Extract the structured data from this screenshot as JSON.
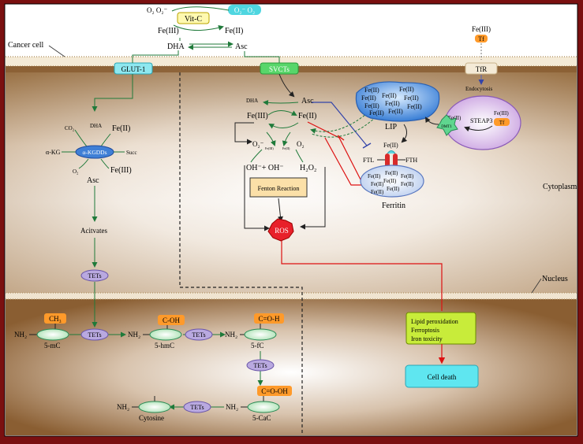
{
  "top": {
    "o2_left": "O₂ O₂⁻",
    "vitc": "Vit-C",
    "o2_right": "O₂⁻ O₂",
    "fe3": "Fe(III)",
    "fe2": "Fe(II)",
    "dha": "DHA",
    "asc": "Asc"
  },
  "labels": {
    "cancer_cell": "Cancer cell",
    "cytoplasm": "Cytoplasm",
    "nucleus": "Nucleus"
  },
  "transporters": {
    "glut1": "GLUT-1",
    "svcts": "SVCTs",
    "tfr": "TfR",
    "tf_fe3": "Fe(III)",
    "tf": "Tf",
    "endocytosis": "Endocytosis"
  },
  "left_pathway": {
    "co2": "CO₂",
    "dha": "DHA",
    "fe2": "Fe(II)",
    "akg": "α-KG",
    "akgdd": "α-KGDDs",
    "succ": "Succ",
    "o2": "O₂",
    "fe3": "Fe(III)",
    "asc": "Asc",
    "activates": "Acitvates",
    "tets": "TETs"
  },
  "middle": {
    "dha": "DHA",
    "asc": "Asc",
    "fe3": "Fe(III)",
    "fe2": "Fe(II)",
    "o2m": "O₂⁻",
    "o2": "O₂",
    "fe3_small": "Fe(III)",
    "fe2_small": "Fe(II)",
    "oh": "OH⁻+ OH⁻",
    "h2o2": "H₂O₂",
    "fenton": "Fenton Reaction",
    "ros": "ROS"
  },
  "lip": {
    "items": [
      "Fe(II)",
      "Fe(II)",
      "Fe(II)",
      "Fe(II)",
      "Fe(II)",
      "Fe(II)",
      "Fe(II)",
      "Fe(II)",
      "Fe(II)",
      "Fe(II)"
    ],
    "label": "LIP"
  },
  "endosome": {
    "fe2": "Fe(II)",
    "steap3": "STEAP3",
    "fe3": "Fe(III)",
    "tf": "Tf",
    "dmt1": "DMT1"
  },
  "ferritin": {
    "fe2_top": "Fe(II)",
    "ftl": "FTL",
    "fth": "FTH",
    "items": [
      "Fe(II)",
      "Fe(II)",
      "Fe(II)",
      "Fe(II)",
      "Fe(II)",
      "Fe(II)",
      "Fe(II)",
      "Fe(II)"
    ],
    "label": "Ferritin"
  },
  "nucleus": {
    "ch3": "CH₃",
    "nh2": "NH₂",
    "five_mc": "5-mC",
    "tets": "TETs",
    "coh": "C-OH",
    "five_hmc": "5-hmC",
    "coh2": "C=O-H",
    "five_fc": "5-fC",
    "cooh": "C=O-OH",
    "five_cac": "5-CaC",
    "cytosine": "Cytosine"
  },
  "outcomes": {
    "items": [
      "Lipid peroxidation",
      "Ferroptosis",
      "Iron toxicity"
    ],
    "cell_death": "Cell death"
  }
}
